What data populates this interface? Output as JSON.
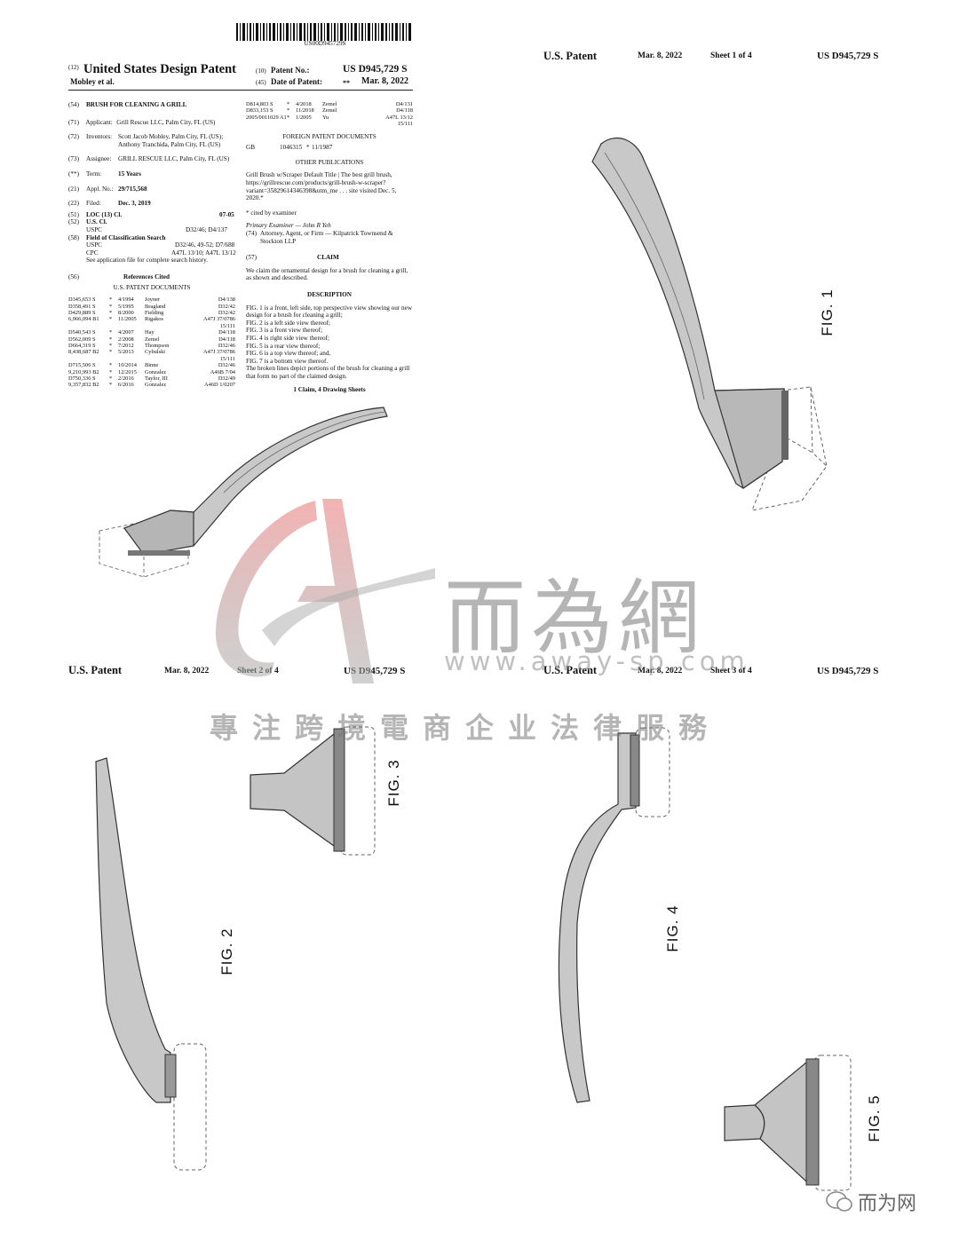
{
  "first_page": {
    "barcode_text": "US00D945729S",
    "kind_code_marker": "(12)",
    "title": "United States Design Patent",
    "inventor_short": "Mobley et al.",
    "patent_no_marker": "(10)",
    "patent_no_label": "Patent No.:",
    "patent_no": "US D945,729 S",
    "date_marker": "(45)",
    "date_label": "Date of Patent:",
    "date_stars": "**",
    "date_value": "Mar. 8, 2022",
    "fields": [
      {
        "code": "(54)",
        "label": "BRUSH FOR CLEANING A GRILL",
        "text": ""
      },
      {
        "code": "(71)",
        "label": "Applicant:",
        "text": "Grill Rescue LLC, Palm City, FL (US)"
      },
      {
        "code": "(72)",
        "label": "Inventors:",
        "text": "Scott Jacob Mobley, Palm City, FL (US); Anthony Tranchida, Palm City, FL (US)"
      },
      {
        "code": "(73)",
        "label": "Assignee:",
        "text": "GRILL RESCUE LLC, Palm City, FL (US)"
      },
      {
        "code": "(**)",
        "label": "Term:",
        "text": "15 Years"
      },
      {
        "code": "(21)",
        "label": "Appl. No.:",
        "text": "29/715,568"
      },
      {
        "code": "(22)",
        "label": "Filed:",
        "text": "Dec. 3, 2019"
      }
    ],
    "loc": {
      "code": "(51)",
      "label": "LOC (13) Cl.",
      "value": "07-05"
    },
    "us_cl": {
      "code": "(52)",
      "label": "U.S. Cl.",
      "uspc_label": "USPC",
      "value": "D32/46; D4/137"
    },
    "field_search": {
      "code": "(58)",
      "label": "Field of Classification Search",
      "uspc_label": "USPC",
      "uspc_value": "D32/46, 49-52; D7/688",
      "cpc_label": "CPC",
      "cpc_value": "A47L 13/10; A47L 13/12",
      "note": "See application file for complete search history."
    },
    "references": {
      "code": "(56)",
      "title": "References Cited",
      "us_heading": "U.S. PATENT DOCUMENTS",
      "us_docs": [
        [
          "D345,653 S",
          "*",
          "4/1994",
          "Joyner",
          "D4/138"
        ],
        [
          "D358,491 S",
          "*",
          "5/1995",
          "Bragland",
          "D32/42"
        ],
        [
          "D429,889 S",
          "*",
          "8/2000",
          "Fielding",
          "D32/42"
        ],
        [
          "6,966,094 B1",
          "*",
          "11/2005",
          "Rigakos",
          "A47J 37/0786"
        ],
        [
          "",
          "",
          "",
          "",
          "15/111"
        ],
        [
          "D540,543 S",
          "*",
          "4/2007",
          "Hay",
          "D4/118"
        ],
        [
          "D562,009 S",
          "*",
          "2/2008",
          "Zemel",
          "D4/118"
        ],
        [
          "D664,319 S",
          "*",
          "7/2012",
          "Thompson",
          "D32/46"
        ],
        [
          "8,438,687 B2",
          "*",
          "5/2013",
          "Cybulski",
          "A47J 37/0786"
        ],
        [
          "",
          "",
          "",
          "",
          "15/111"
        ],
        [
          "D715,506 S",
          "*",
          "10/2014",
          "Binne",
          "D32/46"
        ],
        [
          "9,210,993 B2",
          "*",
          "12/2015",
          "Gonzalez",
          "A46B 7/04"
        ],
        [
          "D750,336 S",
          "*",
          "2/2016",
          "Taylor, III",
          "D32/49"
        ],
        [
          "9,357,832 B2",
          "*",
          "6/2016",
          "Gonzalez",
          "A46D 1/0207"
        ]
      ],
      "us_docs_cont": [
        [
          "D814,803 S",
          "*",
          "4/2018",
          "Zemel",
          "D4/131"
        ],
        [
          "D833,153 S",
          "*",
          "11/2018",
          "Zemel",
          "D4/118"
        ],
        [
          "2005/0011029 A1",
          "*",
          "1/2005",
          "Yu",
          "A47L 13/12"
        ],
        [
          "",
          "",
          "",
          "",
          "15/111"
        ]
      ],
      "foreign_heading": "FOREIGN PATENT DOCUMENTS",
      "foreign_docs": [
        [
          "GB",
          "1046315",
          "*",
          "11/1987"
        ]
      ],
      "other_heading": "OTHER PUBLICATIONS",
      "other_text": "Grill Brush w/Scraper Default Title | The best grill brush, https://grillrescue.com/products/grill-brush-w-scraper?variant=35829614346398&utm_me . . . site visited Dec. 5, 2020.*",
      "cited_note": "* cited by examiner"
    },
    "examiner": "Primary Examiner — John R Yeh",
    "attorney_code": "(74)",
    "attorney": "Attorney, Agent, or Firm — Kilpatrick Townsend & Stockton LLP",
    "claim_code": "(57)",
    "claim_heading": "CLAIM",
    "claim_text": "We claim the ornamental design for a brush for cleaning a grill, as shown and described.",
    "description_heading": "DESCRIPTION",
    "description_lines": [
      "FIG. 1 is a front, left side, top perspective view showing our new design for a brush for cleaning a grill;",
      "FIG. 2 is a left side view thereof;",
      "FIG. 3 is a front view thereof;",
      "FIG. 4 is right side view thereof;",
      "FIG. 5 is a rear view thereof;",
      "FIG. 6 is a top view thereof; and,",
      "FIG. 7 is a bottom view thereof.",
      "The broken lines depict portions of the brush for cleaning a grill that form no part of the claimed design."
    ],
    "claims_count": "1 Claim, 4 Drawing Sheets"
  },
  "sheets": [
    {
      "header_left": "U.S. Patent",
      "date": "Mar. 8, 2022",
      "sheet": "Sheet 1 of 4",
      "number": "US D945,729 S"
    },
    {
      "header_left": "U.S. Patent",
      "date": "Mar. 8, 2022",
      "sheet": "Sheet 2 of 4",
      "number": "US D945,729 S"
    },
    {
      "header_left": "U.S. Patent",
      "date": "Mar. 8, 2022",
      "sheet": "Sheet 3 of 4",
      "number": "US D945,729 S"
    }
  ],
  "figures": {
    "fig1": "FIG. 1",
    "fig2": "FIG. 2",
    "fig3": "FIG. 3",
    "fig4": "FIG. 4",
    "fig5": "FIG. 5"
  },
  "watermark": {
    "name_cn": "而為網",
    "url": "www.away-sp.com",
    "slogan_cn": "專注跨境電商企业法律服務",
    "badge": "而为网"
  }
}
